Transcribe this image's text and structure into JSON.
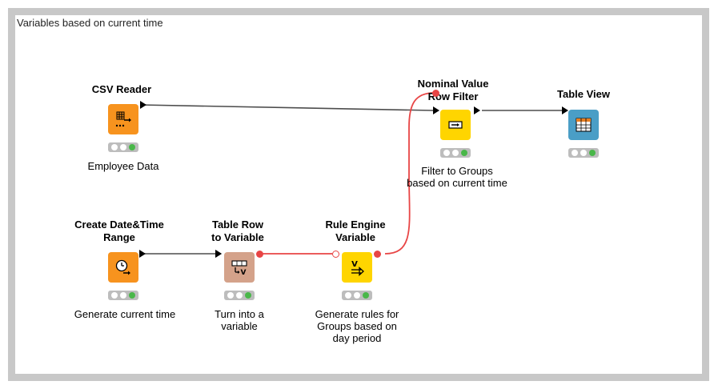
{
  "annotation": {
    "title": "Variables based on current time"
  },
  "nodes": {
    "csv_reader": {
      "title": "CSV Reader",
      "description": "Employee Data",
      "icon": "table-reader-icon",
      "color": "#f7931e"
    },
    "create_date_time": {
      "title_line1": "Create Date&Time",
      "title_line2": "Range",
      "description": "Generate current time",
      "icon": "clock-icon",
      "color": "#f7931e"
    },
    "table_row_to_variable": {
      "title_line1": "Table Row",
      "title_line2": "to Variable",
      "description_line1": "Turn into a",
      "description_line2": "variable",
      "icon": "row-to-variable-icon",
      "color": "#d4a28a"
    },
    "rule_engine_variable": {
      "title_line1": "Rule Engine",
      "title_line2": "Variable",
      "description_line1": "Generate rules for",
      "description_line2": "Groups based on",
      "description_line3": "day period",
      "icon": "rule-variable-icon",
      "color": "#ffd500"
    },
    "nominal_value_row_filter": {
      "title_line1": "Nominal Value",
      "title_line2": "Row Filter",
      "description_line1": "Filter to Groups",
      "description_line2": "based on current time",
      "icon": "filter-icon",
      "color": "#ffd500"
    },
    "table_view": {
      "title": "Table View",
      "icon": "table-view-icon",
      "color": "#4a9ec6"
    }
  },
  "colors": {
    "data_link": "#4d4d4d",
    "variable_link": "#e84545",
    "status_ok": "#49b749"
  }
}
